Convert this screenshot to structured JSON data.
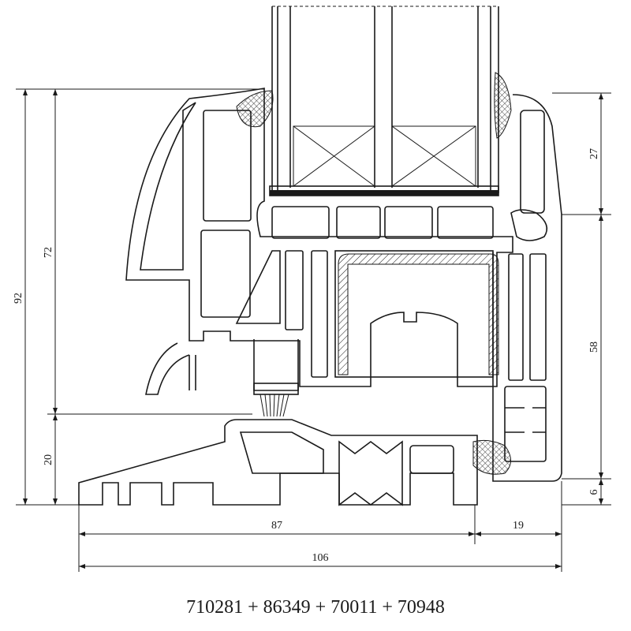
{
  "drawing": {
    "caption": "710281 + 86349 + 70011 + 70948",
    "dimensions": {
      "left_total_height": "92",
      "left_sash_height": "72",
      "left_sill_height": "20",
      "right_top": "27",
      "right_middle": "58",
      "right_bottom": "6",
      "bottom_left_width": "87",
      "bottom_right_width": "19",
      "bottom_total_width": "106"
    },
    "colors": {
      "line": "#1a1a1a",
      "background": "#ffffff"
    }
  }
}
